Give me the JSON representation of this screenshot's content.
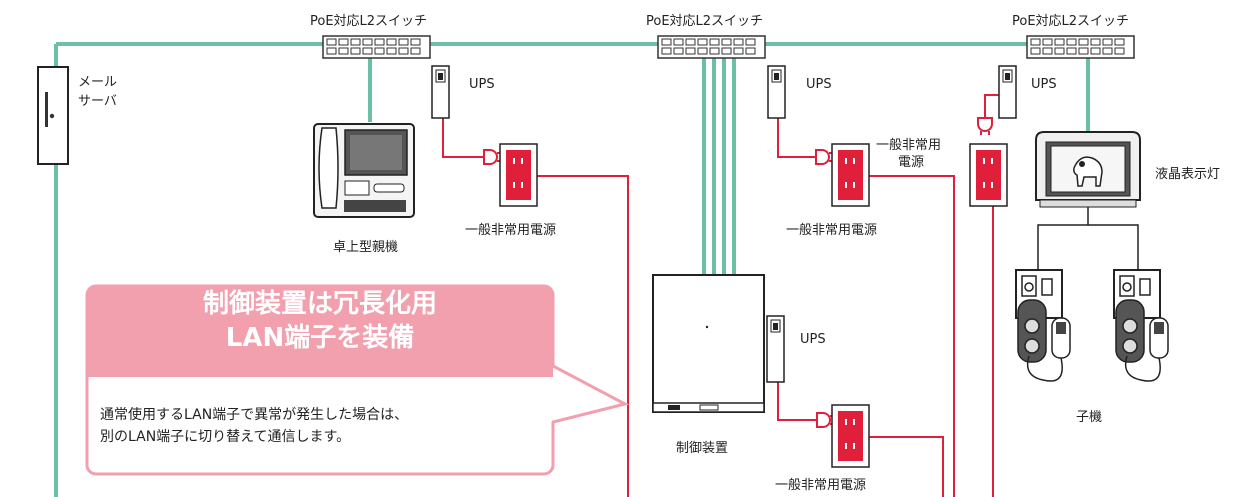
{
  "switches": {
    "left_label": "PoE対応L2スイッチ",
    "center_label": "PoE対応L2スイッチ",
    "right_label": "PoE対応L2スイッチ"
  },
  "mail_server": {
    "label_line1": "メール",
    "label_line2": "サーバ"
  },
  "ups": {
    "left_label": "UPS",
    "center_label": "UPS",
    "right_label": "UPS",
    "controller_label": "UPS"
  },
  "power": {
    "left_label": "一般非常用電源",
    "center_label": "一般非常用電源",
    "right_label_line1": "一般非常用",
    "right_label_line2": "電源",
    "bottom_label": "一般非常用電源"
  },
  "devices": {
    "desk_master_label": "卓上型親機",
    "controller_label": "制御装置",
    "lcd_lamp_label": "液晶表示灯",
    "handset_label": "子機"
  },
  "callout": {
    "title_line1": "制御装置は冗長化用",
    "title_line2": "LAN端子を装備",
    "body_line1": "通常使用するLAN端子で異常が発生した場合は、",
    "body_line2": "別のLAN端子に切り替えて通信します。"
  },
  "colors": {
    "lan_line": "#6cc0a8",
    "power_line": "#e0203a",
    "callout_header": "#f29fae",
    "callout_border": "#f29fae"
  }
}
